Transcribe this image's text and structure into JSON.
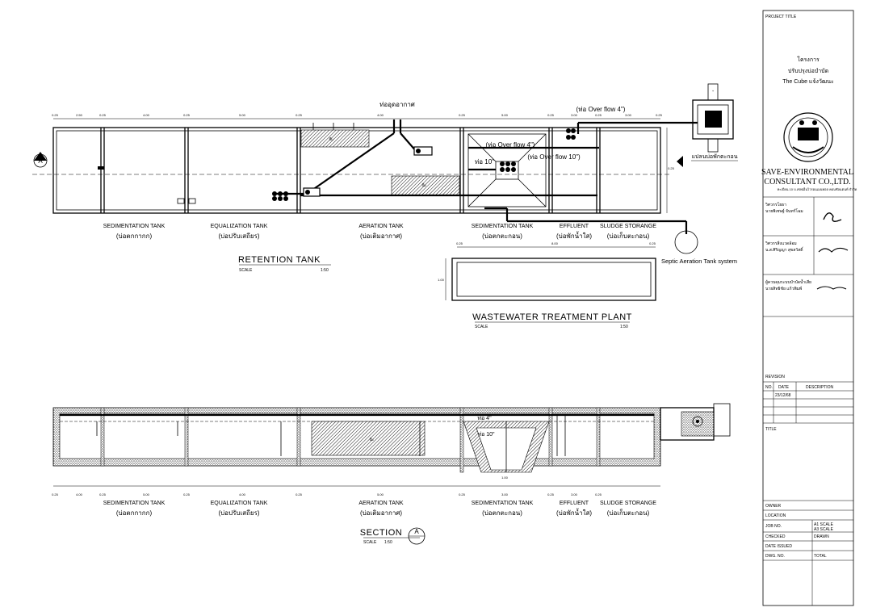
{
  "plan": {
    "title": "RETENTION TANK",
    "scale_label": "SCALE",
    "scale_value": "1:50",
    "section_marker": "A",
    "pipe_vent": "ท่ออุดอากาศ",
    "pipe_overflow_top": "(ท่อ Over flow 4\")",
    "pipe_overflow_4": "(ท่อ Over flow 4\")",
    "pipe_overflow_10": "(ท่อ Over flow 10\")",
    "pipe_10": "ท่อ 10\"",
    "pump_label": "ปั๊ม",
    "aeration_plan": "แปลนบ่อพักตะกอน",
    "septic_label": "Septic Aeration Tank system",
    "dims_top": [
      "0.25",
      "2.50",
      "0.25",
      "4.00",
      "0.25",
      "5.00",
      "0.25",
      "4.00",
      "0.25",
      "5.00",
      "0.25",
      "3.00",
      "0.25",
      "3.00",
      "0.25"
    ],
    "dim_side": "0.25"
  },
  "tanks": [
    {
      "en": "SEDIMENTATION TANK",
      "th": "(บ่อตกกากก)"
    },
    {
      "en": "EQUALIZATION TANK",
      "th": "(บ่อปรับเสถียร)"
    },
    {
      "en": "AERATION TANK",
      "th": "(บ่อเติมอากาศ)"
    },
    {
      "en": "SEDIMENTATION TANK",
      "th": "(บ่อตกตะกอน)"
    },
    {
      "en": "EFFLUENT",
      "th": "(บ่อพักน้ำใส)"
    },
    {
      "en": "SLUDGE STORANGE",
      "th": "(บ่อเก็บตะกอน)"
    }
  ],
  "wwtp": {
    "title": "WASTEWATER TREATMENT PLANT",
    "scale_label": "SCALE",
    "scale_value": "1:50",
    "dims": [
      "0.25",
      "8.00",
      "0.25"
    ],
    "dim_side": "1.00"
  },
  "section": {
    "title": "SECTION",
    "marker": "A",
    "scale_label": "SCALE",
    "scale_value": "1:50",
    "pipe_4": "ท่อ 4\"",
    "pipe_10": "ท่อ 10\"",
    "dim": "1.00",
    "dims_bottom": [
      "0.25",
      "4.00",
      "0.25",
      "5.00",
      "0.25",
      "4.00",
      "0.25",
      "5.00",
      "0.25",
      "3.00",
      "0.25",
      "3.00",
      "0.25"
    ]
  },
  "title_block": {
    "project_title_label": "PROJECT TITLE",
    "project_line1": "โครงการ",
    "project_line2": "ปรับปรุงบ่อบำบัด",
    "project_line3": "The Cube แจ้งวัฒนะ",
    "company_line1": "SAVE-ENVIRONMENTAL",
    "company_line2": "CONSULTANT CO.,LTD.",
    "company_addr": "ทะเบียน 10 บ.เซฟเอ็นไวรอนเมนทอล คอนซัลแตนท์ จำกัด",
    "engineer_label": "วิศวกรโยธา",
    "engineer_name": "นายพิเชษฐ์ จันทร์โฉม",
    "env_engineer_label": "วิศวกรสิ่งแวดล้อม",
    "env_engineer_name": "น.ส.ศิริญญา สุขสวัสดิ์",
    "controller_label": "ผู้ควบคุมระบบบำบัดน้ำเสีย",
    "controller_name": "นายสิทธิชัย แก้วพิมพ์",
    "revision_label": "REVISION",
    "rev_cols": [
      "NO.",
      "DATE",
      "DESCRIPTION"
    ],
    "rev_rows": [
      [
        "",
        "23/12/68",
        ""
      ],
      [
        "",
        "",
        ""
      ],
      [
        "",
        "",
        ""
      ],
      [
        "",
        "",
        ""
      ],
      [
        "",
        "",
        ""
      ]
    ],
    "title_label": "TITLE",
    "owner_label": "OWNER",
    "location_label": "LOCATION",
    "job_no_label": "JOB NO.",
    "a1_scale": "A1 SCALE",
    "a3_scale": "A3 SCALE",
    "checked_label": "CHECKED",
    "drawn_label": "DRAWN",
    "date_issued_label": "DATE ISSUED",
    "dwg_no_label": "DWG. NO.",
    "total_label": "TOTAL"
  }
}
